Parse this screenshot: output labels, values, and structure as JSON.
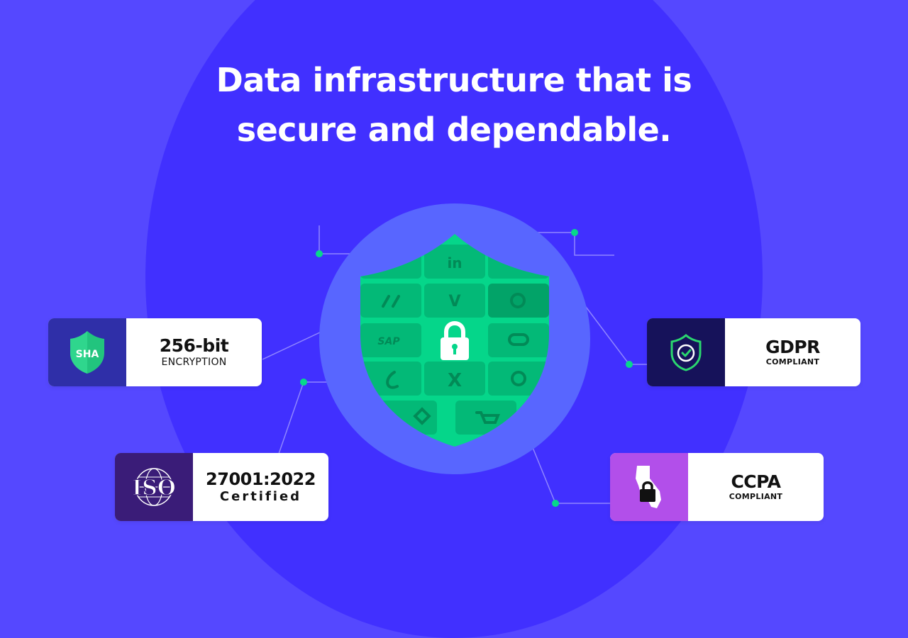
{
  "headline": {
    "line1": "Data infrastructure that is",
    "line2": "secure and dependable."
  },
  "colors": {
    "background": "#5548ff",
    "circle": "#4130ff",
    "inner_circle": "#5866ff",
    "shield_green": "#05d68a",
    "accent_dot": "#07d88b"
  },
  "shield": {
    "tile_labels": {
      "linkedin": "in",
      "vercel": "V",
      "sap": "SAP",
      "xero": "X"
    }
  },
  "badges": {
    "sha": {
      "icon_text": "SHA",
      "title": "256-bit",
      "subtitle": "ENCRYPTION"
    },
    "gdpr": {
      "title": "GDPR",
      "subtitle": "COMPLIANT"
    },
    "iso": {
      "icon_text": "ISO",
      "title": "27001:2022",
      "subtitle": "Certified"
    },
    "ccpa": {
      "title": "CCPA",
      "subtitle": "COMPLIANT"
    }
  }
}
